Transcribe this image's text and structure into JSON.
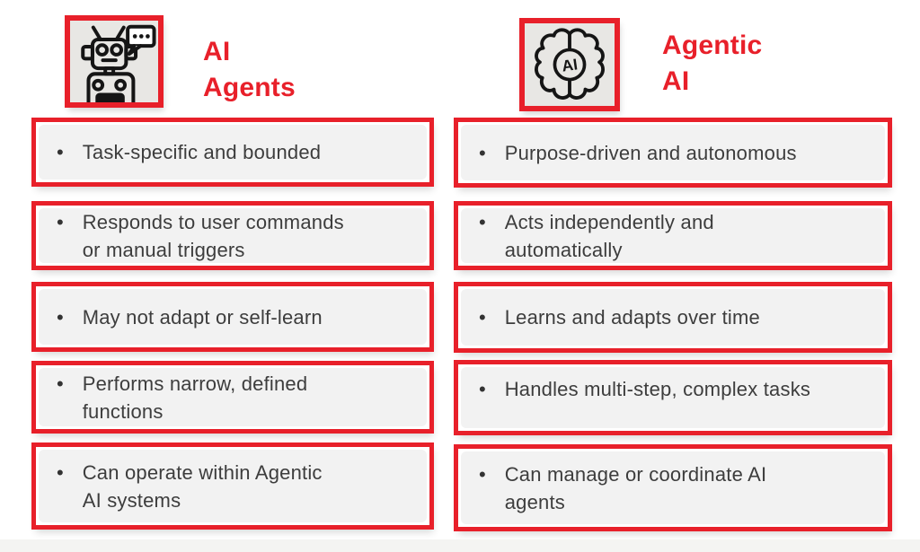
{
  "ui": {
    "bullet": "•"
  },
  "colors": {
    "accent_red": "#e8202a",
    "box_fill": "#f2f2f2",
    "text_color": "#3d3d3d",
    "icon_box_fill": "#e8e7e4"
  },
  "columns": [
    {
      "title": "AI\nAgents",
      "icon": "robot-chat-icon",
      "items": [
        "Task-specific and bounded",
        "Responds to user commands\nor manual triggers",
        "May not adapt or self-learn",
        "Performs narrow, defined\nfunctions",
        "Can operate within Agentic\nAI systems"
      ]
    },
    {
      "title": "Agentic\nAI",
      "icon": "brain-ai-icon",
      "items": [
        "Purpose-driven and autonomous",
        "Acts independently and\nautomatically",
        "Learns and adapts over time",
        "Handles multi-step, complex tasks",
        "Can manage or coordinate AI\nagents"
      ]
    }
  ],
  "brain_icon_label": "AI"
}
